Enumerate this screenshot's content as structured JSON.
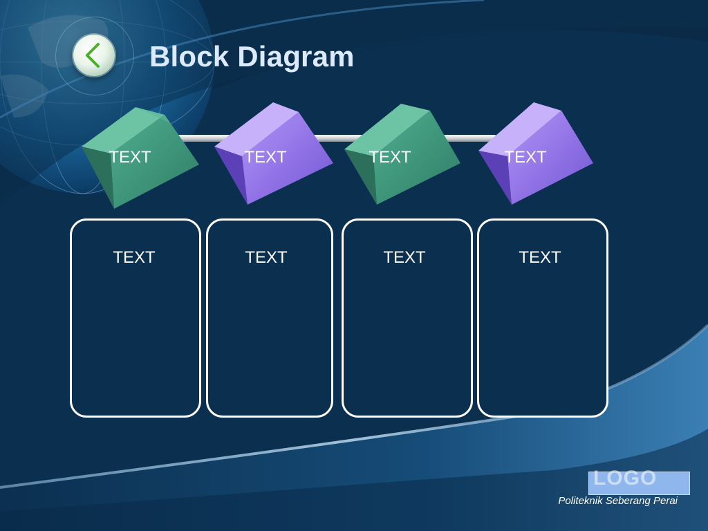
{
  "slide": {
    "title": "Block Diagram",
    "footer": "Politeknik Seberang Perai",
    "logo_text": "LOGO"
  },
  "cubes": [
    {
      "label": "TEXT",
      "color": "green"
    },
    {
      "label": "TEXT",
      "color": "purple"
    },
    {
      "label": "TEXT",
      "color": "green"
    },
    {
      "label": "TEXT",
      "color": "purple"
    }
  ],
  "cards": [
    {
      "label": "TEXT"
    },
    {
      "label": "TEXT"
    },
    {
      "label": "TEXT"
    },
    {
      "label": "TEXT"
    }
  ],
  "icons": {
    "back": "chevron-left-icon"
  },
  "colors": {
    "background": "#0b2f4f",
    "green_cube": "#3f9a82",
    "purple_cube": "#8c6ee8",
    "title": "#dce9ff"
  }
}
